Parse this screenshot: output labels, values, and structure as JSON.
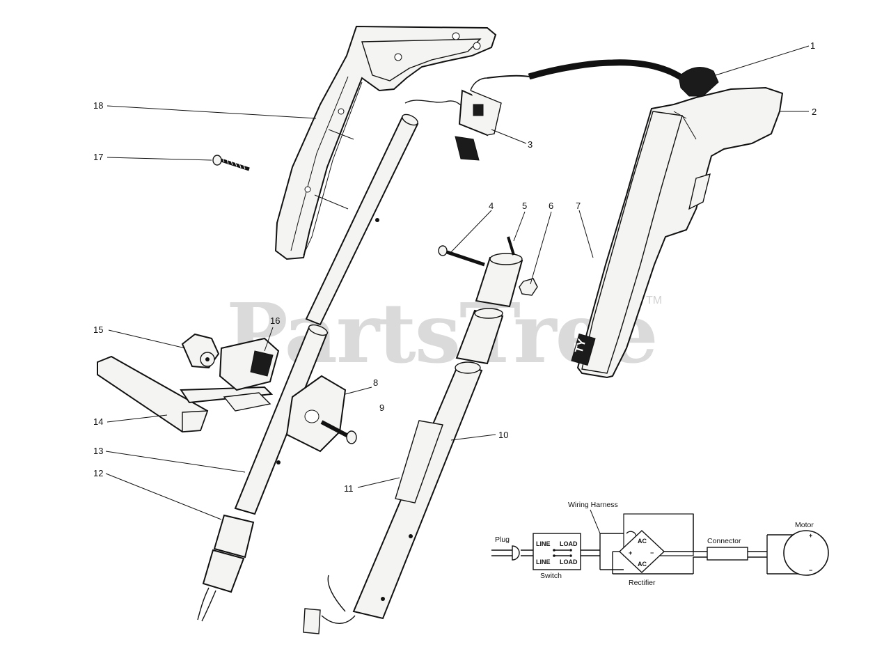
{
  "watermark": {
    "text": "PartsTree",
    "trademark": "TM"
  },
  "callouts": [
    "1",
    "2",
    "3",
    "4",
    "5",
    "6",
    "7",
    "8",
    "9",
    "10",
    "11",
    "12",
    "13",
    "14",
    "15",
    "16",
    "17",
    "18"
  ],
  "wiring": {
    "title": "Wiring Harness",
    "plug": "Plug",
    "switch": "Switch",
    "line_top": "LINE",
    "load_top": "LOAD",
    "line_bottom": "LINE",
    "load_bottom": "LOAD",
    "rectifier": "Rectifier",
    "ac_top": "AC",
    "ac_bottom": "AC",
    "plus": "+",
    "minus": "−",
    "connector": "Connector",
    "motor": "Motor",
    "motor_plus": "+",
    "motor_minus": "−"
  },
  "decal": "TY"
}
